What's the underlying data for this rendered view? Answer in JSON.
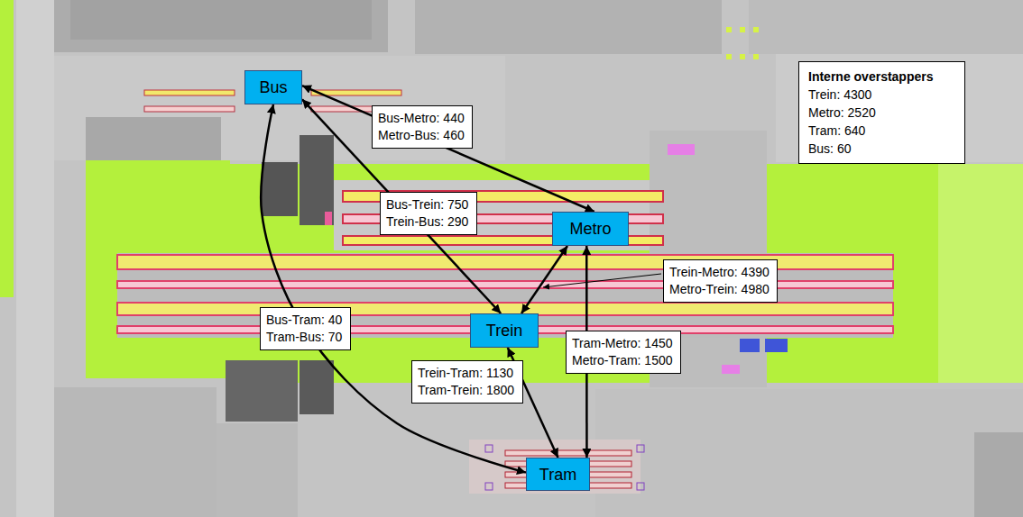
{
  "diagram": {
    "nodes": [
      {
        "text": [
          "Bus"
        ]
      },
      {
        "text": [
          "Interne overstappers",
          "Trein: 4300",
          "Metro: 2520",
          "Tram: 640",
          "Bus: 60"
        ]
      },
      {
        "text": [
          "Metro"
        ]
      },
      {
        "text": [
          "Trein"
        ]
      },
      {
        "text": [
          "Tram"
        ]
      }
    ],
    "edges": [
      {
        "from": 0,
        "to": 2,
        "label": "Bus-Metro: 440 Metro-Bus: 460",
        "arrow": "both"
      },
      {
        "from": 0,
        "to": 3,
        "label": "Bus-Trein: 750 Trein-Bus: 290",
        "arrow": "both"
      },
      {
        "from": 3,
        "to": 2,
        "label": "Trein-Metro: 4390 Metro-Trein: 4980",
        "arrow": "both"
      },
      {
        "from": 0,
        "to": 4,
        "label": "Bus-Tram: 40 Tram-Bus: 70",
        "arrow": "both"
      },
      {
        "from": 3,
        "to": 4,
        "label": "Trein-Tram: 1130 Tram-Trein: 1800",
        "arrow": "both"
      },
      {
        "from": 4,
        "to": 2,
        "label": "Tram-Metro: 1450 Metro-Tram: 1500",
        "arrow": "both"
      }
    ]
  }
}
